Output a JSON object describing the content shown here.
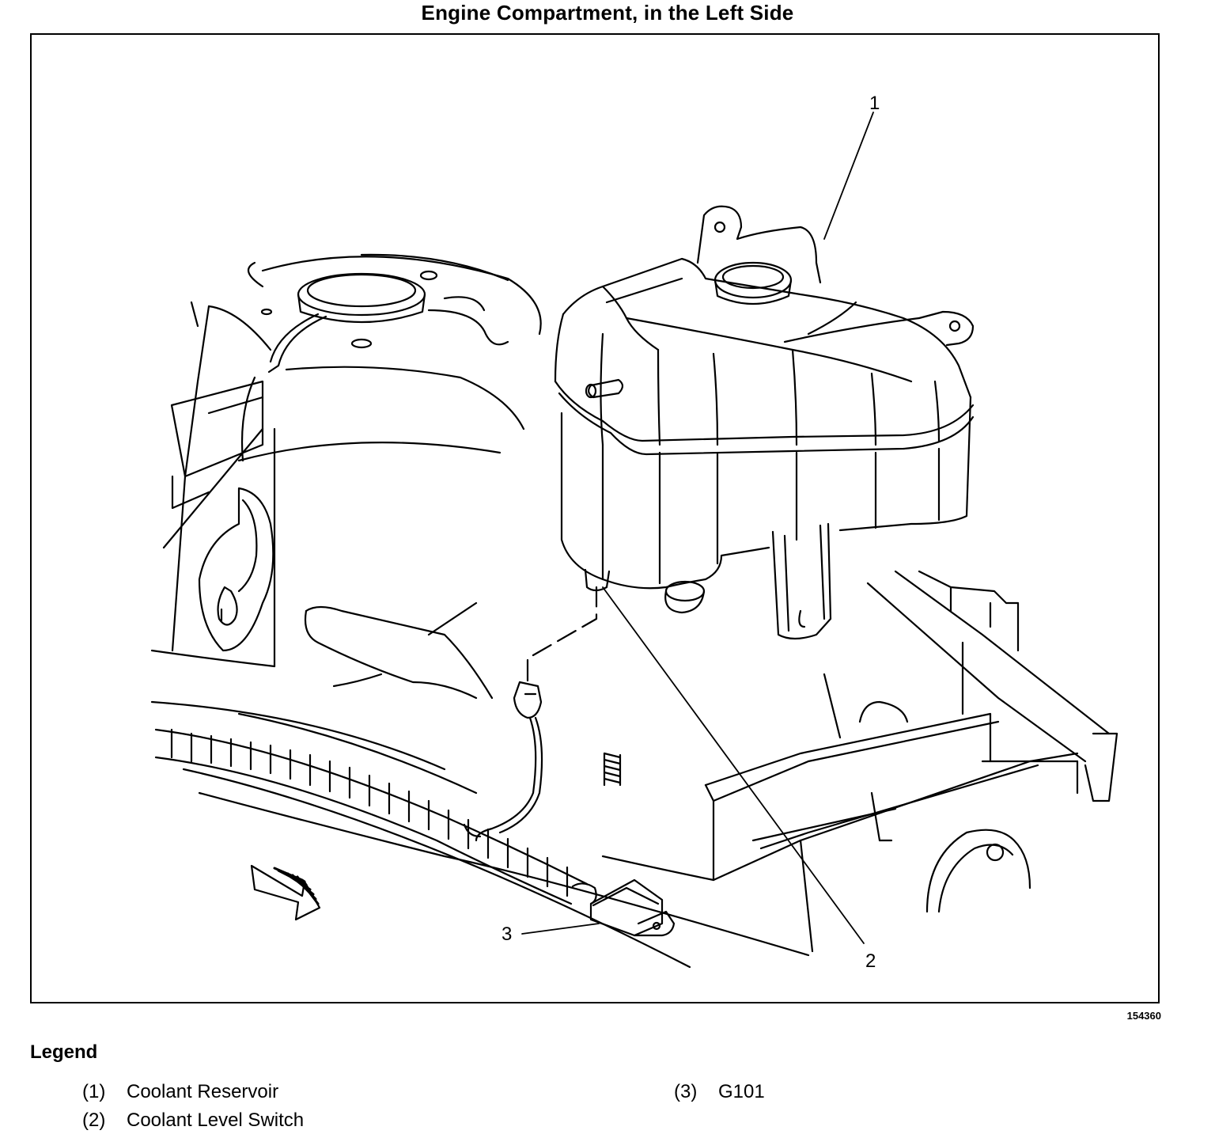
{
  "title": "Engine Compartment, in the Left Side",
  "figure_number": "154360",
  "callouts": [
    "1",
    "2",
    "3"
  ],
  "legend": {
    "heading": "Legend",
    "items": [
      {
        "number": "(1)",
        "label": "Coolant Reservoir"
      },
      {
        "number": "(2)",
        "label": "Coolant Level Switch"
      },
      {
        "number": "(3)",
        "label": "G101"
      }
    ]
  },
  "colors": {
    "ink": "#000000",
    "paper": "#ffffff"
  }
}
